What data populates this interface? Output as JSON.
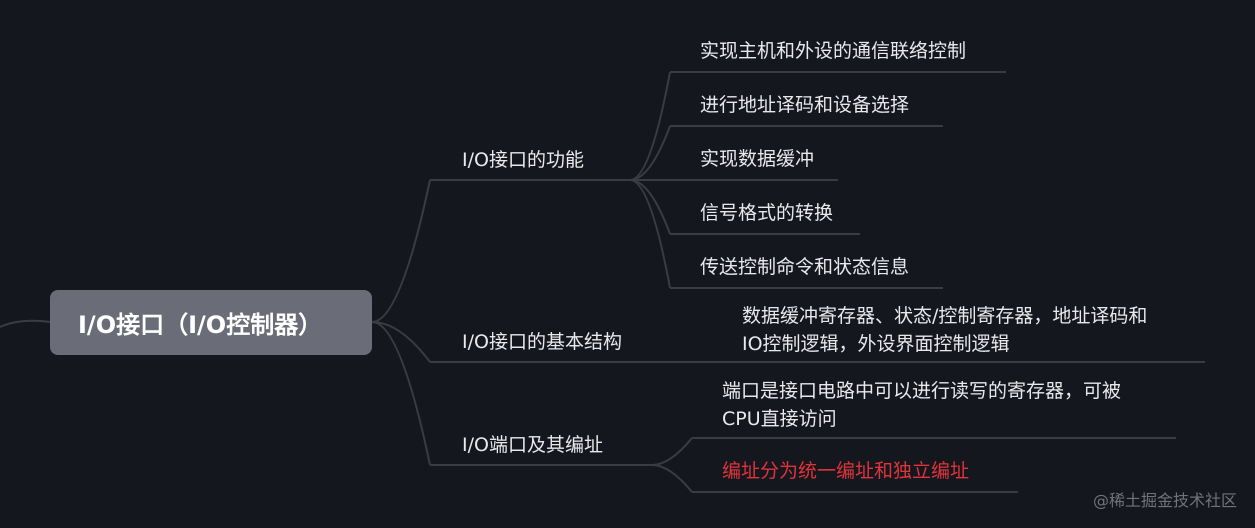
{
  "root": {
    "label": "I/O接口（I/O控制器）"
  },
  "branches": [
    {
      "label": "I/O接口的功能",
      "children": [
        {
          "label": "实现主机和外设的通信联络控制"
        },
        {
          "label": "进行地址译码和设备选择"
        },
        {
          "label": "实现数据缓冲"
        },
        {
          "label": "信号格式的转换"
        },
        {
          "label": "传送控制命令和状态信息"
        }
      ]
    },
    {
      "label": "I/O接口的基本结构",
      "children": [
        {
          "line1": "数据缓冲寄存器、状态/控制寄存器，地址译码和",
          "line2": "IO控制逻辑，外设界面控制逻辑"
        }
      ]
    },
    {
      "label": "I/O端口及其编址",
      "children": [
        {
          "line1": "端口是接口电路中可以进行读写的寄存器，可被",
          "line2": "CPU直接访问"
        },
        {
          "label": "编址分为统一编址和独立编址"
        }
      ]
    }
  ],
  "watermark": "@稀土掘金技术社区",
  "colors": {
    "background": "#15171f",
    "line": "#3a3c44",
    "root_fill": "#6a6d78",
    "highlight": "#e1333a"
  }
}
